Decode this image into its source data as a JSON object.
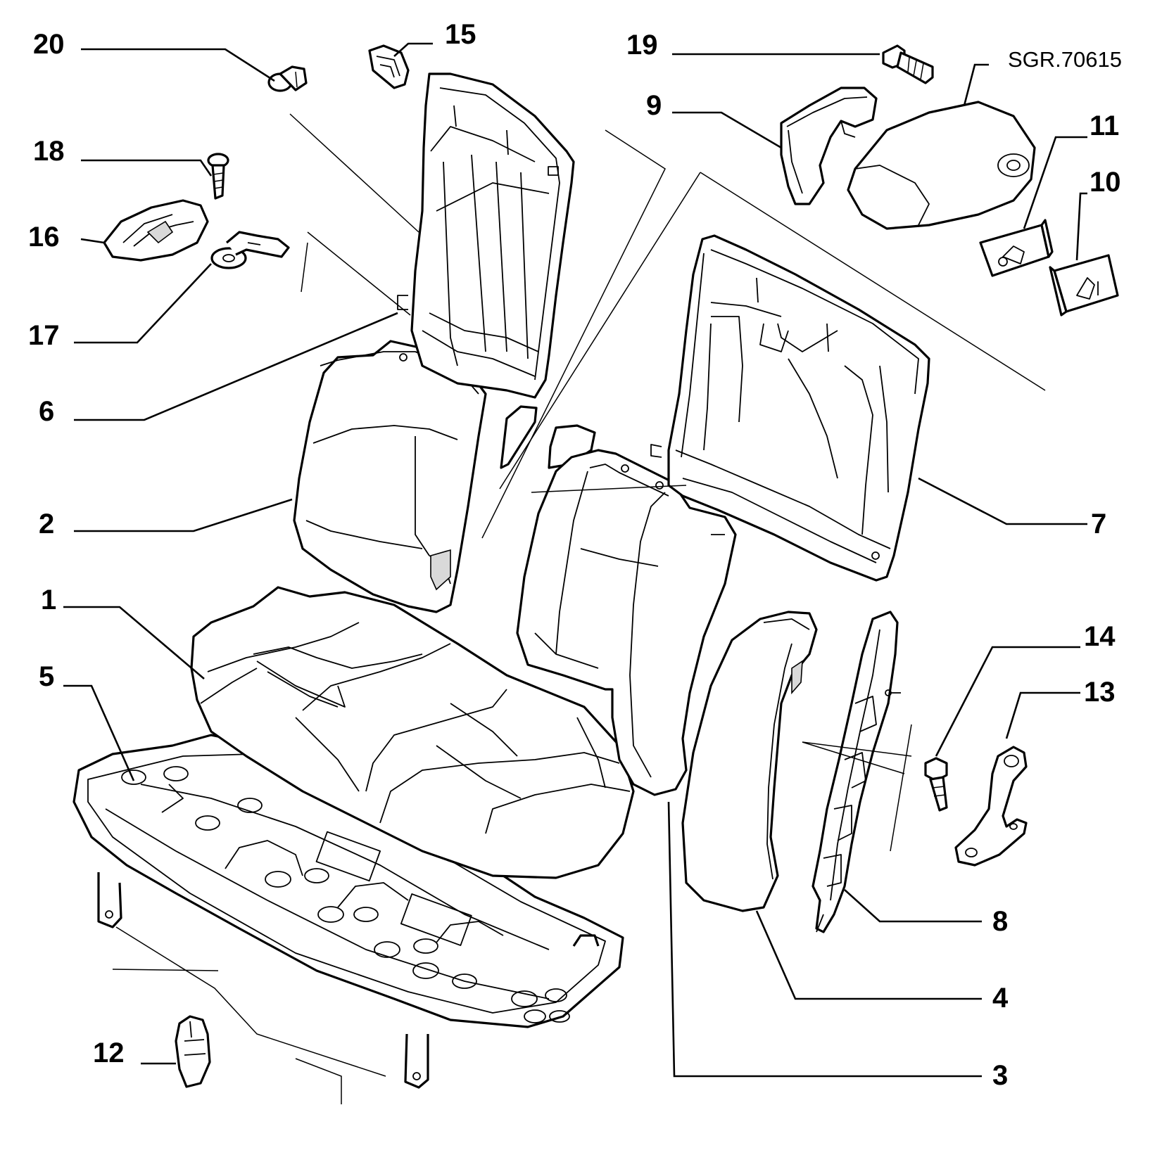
{
  "drawing_code": "SGR.70615",
  "callouts": [
    "1",
    "2",
    "3",
    "4",
    "5",
    "6",
    "7",
    "8",
    "9",
    "10",
    "11",
    "12",
    "13",
    "14",
    "15",
    "16",
    "17",
    "18",
    "19",
    "20"
  ],
  "icons": {
    "part-1": "seat-cushion-pad",
    "part-2": "backrest-pad-left",
    "part-3": "backrest-pad-right",
    "part-4": "side-bolster",
    "part-5": "seat-frame",
    "part-6": "backrest-frame-left",
    "part-7": "backrest-frame-right",
    "part-8": "bolster-bracket",
    "part-9": "hinge-cover",
    "part-10": "release-bezel-a",
    "part-11": "release-bezel-b",
    "part-12": "clip",
    "part-13": "mounting-bracket",
    "part-14": "bolt",
    "part-15": "buckle-guide",
    "part-16": "handle",
    "part-17": "latch",
    "part-18": "screw",
    "part-19": "bolt",
    "part-20": "push-pin"
  }
}
